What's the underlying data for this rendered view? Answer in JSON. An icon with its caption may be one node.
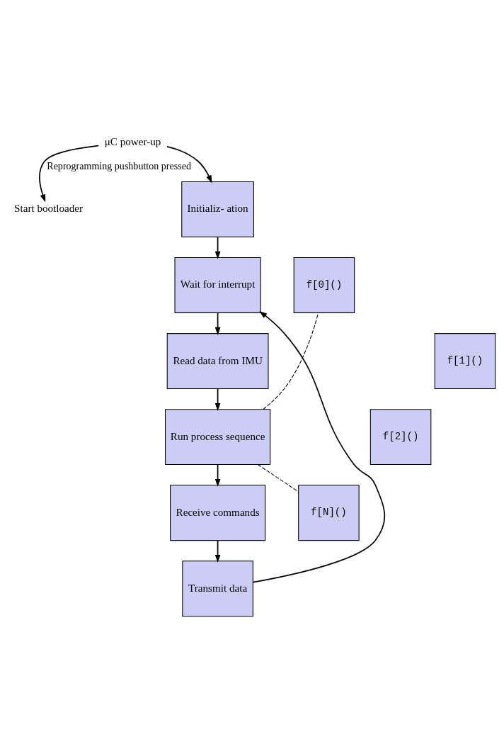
{
  "diagram": {
    "nodes": [
      {
        "text": [
          "μC power-up"
        ]
      },
      {
        "text": [
          "Start bootloader"
        ]
      },
      {
        "text": [
          "Initializ- ation"
        ]
      },
      {
        "text": [
          "Wait for interrupt"
        ]
      },
      {
        "text": [
          "Read data from IMU"
        ]
      },
      {
        "text": [
          "Run process sequence"
        ]
      },
      {
        "text": [
          "Receive commands"
        ]
      },
      {
        "text": [
          "Transmit data"
        ]
      },
      {
        "text": [
          "f[0]()"
        ]
      },
      {
        "text": [
          "f[1]()"
        ]
      },
      {
        "text": [
          "f[2]()"
        ]
      },
      {
        "text": [
          "f[N]()"
        ]
      }
    ],
    "edges": [
      {
        "from": 0,
        "to": 2,
        "arrow": "to"
      },
      {
        "from": 0,
        "to": 1,
        "arrow": "to",
        "label": "Reprogramming pushbutton pressed"
      },
      {
        "from": 2,
        "to": 3,
        "arrow": "to"
      },
      {
        "from": 3,
        "to": 4,
        "arrow": "to"
      },
      {
        "from": 4,
        "to": 5,
        "arrow": "to"
      },
      {
        "from": 5,
        "to": 6,
        "arrow": "to"
      },
      {
        "from": 6,
        "to": 7,
        "arrow": "to"
      },
      {
        "from": 7,
        "to": 3,
        "arrow": "to"
      },
      {
        "from": 5,
        "to": 8,
        "arrow": "none",
        "style": "dashed"
      },
      {
        "from": 5,
        "to": 11,
        "arrow": "none",
        "style": "dashed"
      }
    ]
  }
}
